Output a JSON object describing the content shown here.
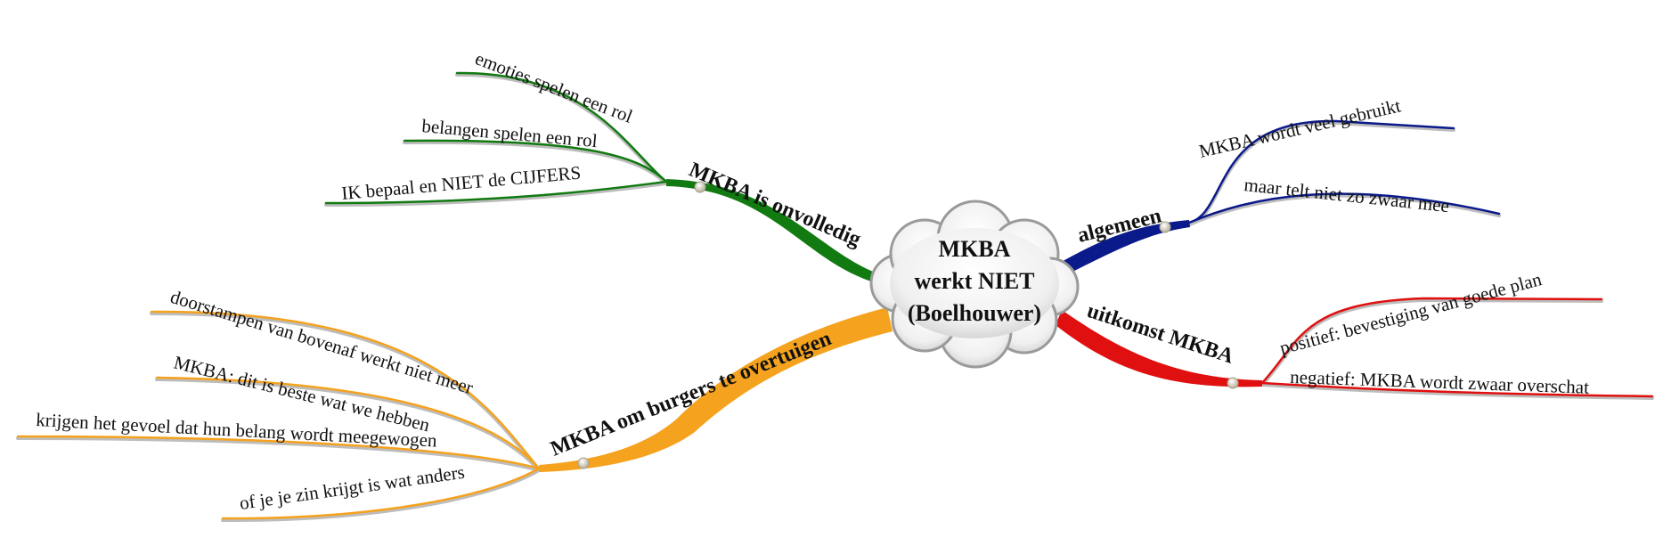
{
  "center": {
    "lines": [
      "MKBA",
      "werkt NIET",
      "(Boelhouwer)"
    ]
  },
  "branches": {
    "onvolledig": {
      "label": "MKBA is onvolledig",
      "color": "#117a11",
      "children": [
        "emoties spelen een rol",
        "belangen spelen een rol",
        "IK bepaal en NIET de CIJFERS"
      ]
    },
    "algemeen": {
      "label": "algemeen",
      "color": "#0b1a8a",
      "children": [
        "MKBA wordt veel gebruikt",
        "maar telt niet zo zwaar mee"
      ]
    },
    "overtuigen": {
      "label": "MKBA om burgers te overtuigen",
      "color": "#f5a21e",
      "children": [
        "doorstampen van bovenaf werkt niet meer",
        "MKBA: dit is beste wat we hebben",
        "krijgen het gevoel dat hun belang wordt meegewogen",
        "of je je zin krijgt is wat anders"
      ]
    },
    "uitkomst": {
      "label": "uitkomst MKBA",
      "color": "#e01010",
      "children": [
        "positief: bevestiging van goede plan",
        "negatief: MKBA wordt zwaar overschat"
      ]
    }
  }
}
